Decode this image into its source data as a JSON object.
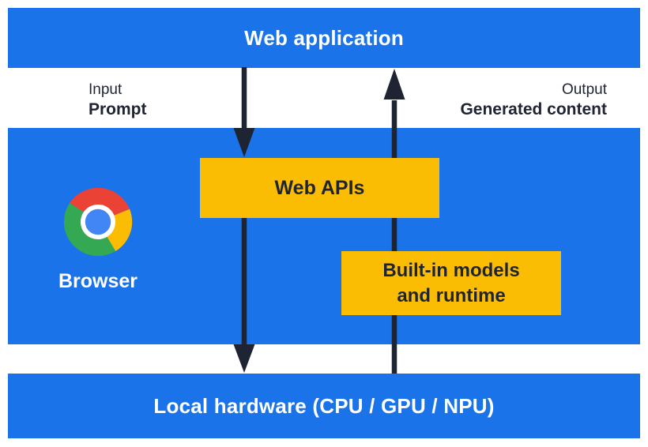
{
  "diagram": {
    "web_application": {
      "label": "Web application"
    },
    "input_flow": {
      "caption": "Input",
      "label": "Prompt"
    },
    "output_flow": {
      "caption": "Output",
      "label": "Generated content"
    },
    "browser": {
      "label": "Browser",
      "web_apis_label": "Web APIs",
      "builtin_models_line1": "Built-in models",
      "builtin_models_line2": "and runtime"
    },
    "local_hardware": {
      "label": "Local hardware (CPU / GPU / NPU)"
    }
  },
  "icons": {
    "chrome_browser_logo": "chrome-browser-logo-icon",
    "down_arrow": "arrow-down-input-icon",
    "up_arrow": "arrow-up-output-icon"
  },
  "colors": {
    "panel_blue": "#1A73E8",
    "accent_yellow": "#FBBC04",
    "ink_dark_navy": "#1F2433",
    "text_white": "#FFFFFF",
    "chrome_red": "#EA4335",
    "chrome_yellow": "#FBBC04",
    "chrome_green": "#34A853",
    "chrome_center_blue": "#4285F4"
  }
}
